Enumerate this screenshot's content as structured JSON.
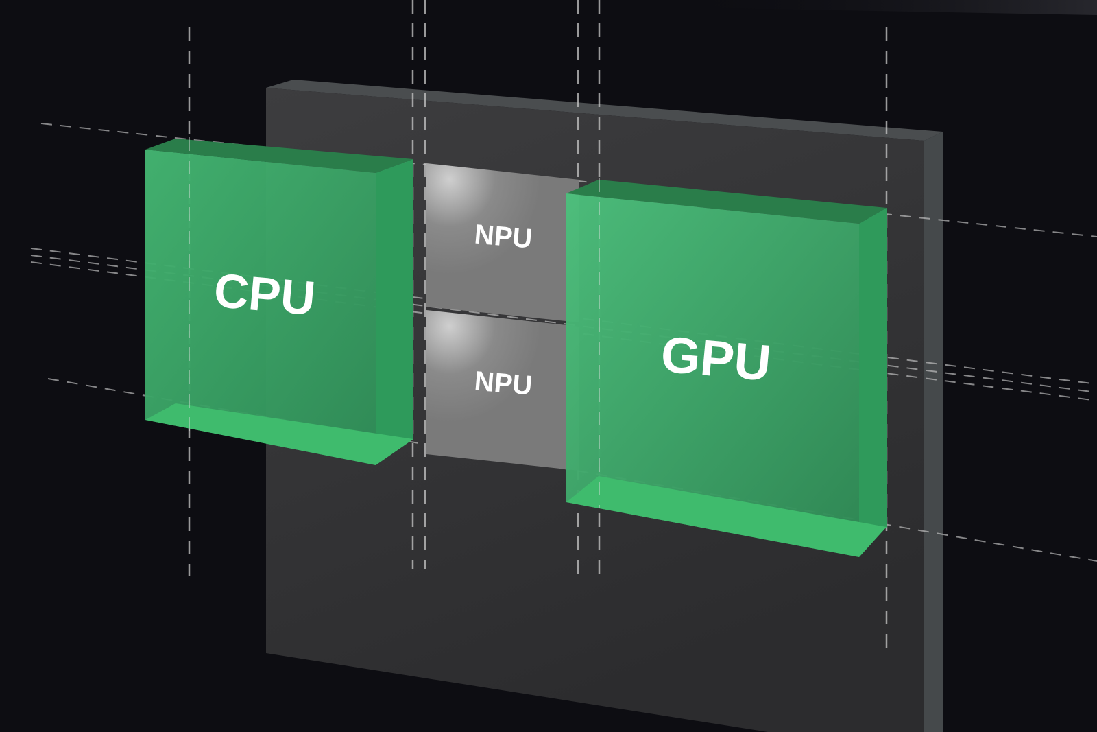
{
  "diagram": {
    "blocks": [
      {
        "id": "cpu",
        "label": "CPU",
        "kind": "processor"
      },
      {
        "id": "npu-top",
        "label": "NPU",
        "kind": "accelerator"
      },
      {
        "id": "npu-bottom",
        "label": "NPU",
        "kind": "accelerator"
      },
      {
        "id": "gpu",
        "label": "GPU",
        "kind": "processor"
      }
    ]
  },
  "colors": {
    "background": "#0d0d12",
    "board_face": "#3a3a3c",
    "board_edge": "#4c5052",
    "chip_green": "#3ea866",
    "chip_green_light": "#4fc37d",
    "npu_gray": "#7d7d7d",
    "guide_line": "#c8c8c8"
  }
}
